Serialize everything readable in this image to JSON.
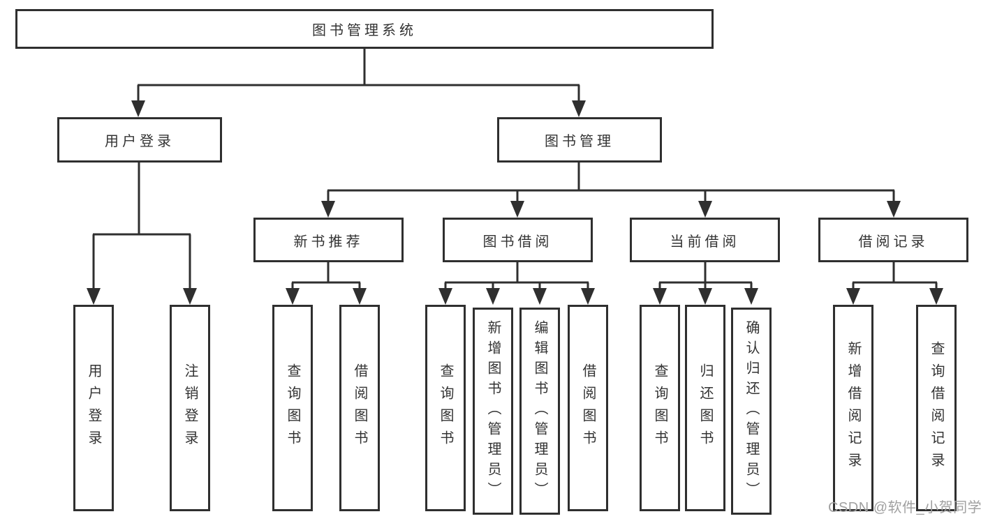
{
  "colors": {
    "line": "#2f2f2f",
    "box_border": "#2f2f2f",
    "text": "#333333",
    "box_background": "#ffffff",
    "page_background": "#ffffff",
    "watermark": "#a0a0a0"
  },
  "tree": {
    "root": {
      "label": "图书管理系统"
    },
    "branches": [
      {
        "label": "用户登录",
        "children": [
          "用户登录",
          "注销登录"
        ]
      },
      {
        "label": "图书管理",
        "children": [
          {
            "label": "新书推荐",
            "children": [
              "查询图书",
              "借阅图书"
            ]
          },
          {
            "label": "图书借阅",
            "children": [
              "查询图书",
              "新增图书（管理员）",
              "编辑图书（管理员）",
              "借阅图书"
            ]
          },
          {
            "label": "当前借阅",
            "children": [
              "查询图书",
              "归还图书",
              "确认归还（管理员）"
            ]
          },
          {
            "label": "借阅记录",
            "children": [
              "新增借阅记录",
              "查询借阅记录"
            ]
          }
        ]
      }
    ]
  },
  "watermark": {
    "text": "CSDN @软件_小贺同学"
  }
}
